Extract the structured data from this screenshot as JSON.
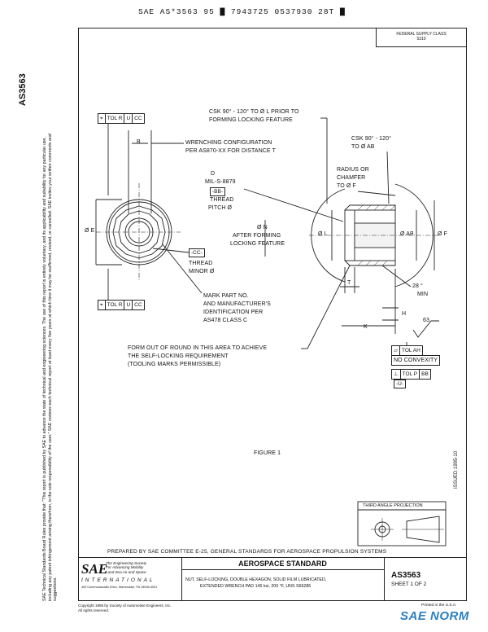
{
  "header": {
    "code": "SAE AS*3563 95 ▇ 7943725 0537930 28T ▇"
  },
  "side": {
    "spec_number": "AS3563",
    "disclaimer": "SAE Technical Standards Board Rules provide that: \"This report is published by SAE to advance the state of technical and engineering sciences. The use of this report is entirely voluntary, and its applicability and suitability for any particular use, including any patent infringement arising therefrom, is the sole responsibility of the user.\" SAE reviews each technical report at least every five years at which time it may be reaffirmed, revised, or cancelled. SAE invites your written comments and suggestions.",
    "issued": "ISSUED 1995-10"
  },
  "fsc": {
    "label": "FEDERAL SUPPLY CLASS",
    "value": "5310"
  },
  "drawing": {
    "fcf_top": [
      "TOL R",
      "U",
      "CC"
    ],
    "fcf_bottom": [
      "TOL R",
      "U",
      "CC"
    ],
    "dim_b": "B",
    "wrench_config": "WRENCHING CONFIGURATION",
    "wrench_per": "PER AS870-XX FOR DISTANCE  T",
    "csk_top_1": "CSK 90° - 120° TO Ø L PRIOR TO",
    "csk_top_2": "FORMING LOCKING FEATURE",
    "csk_right_1": "CSK 90° - 120°",
    "csk_right_2": "TO Ø AB",
    "radius_1": "RADIUS OR",
    "radius_2": "CHAMFER",
    "radius_3": "TO Ø F",
    "thread_d": "D",
    "thread_mil": "MIL-S-8879",
    "thread_bb": "-BB-",
    "thread_lbl": "THREAD",
    "thread_pitch": "PITCH Ø",
    "dim_e": "Ø E",
    "dim_n_1": "Ø N",
    "dim_n_2": "AFTER FORMING",
    "dim_n_3": "LOCKING FEATURE",
    "dim_l": "Ø L",
    "dim_ab": "Ø AB",
    "dim_f": "Ø F",
    "datum_cc": "-CC-",
    "minor_1": "THREAD",
    "minor_2": "MINOR Ø",
    "mark_1": "MARK PART NO.",
    "mark_2": "AND MANUFACTURER'S",
    "mark_3": "IDENTIFICATION PER",
    "mark_4": "AS478 CLASS C",
    "dim_t": "T",
    "angle_1": "28 °",
    "angle_2": "MIN",
    "dim_h": "H",
    "dim_k": "K",
    "surface_finish": "63",
    "form_1": "FORM OUT OF ROUND IN THIS AREA TO ACHIEVE",
    "form_2": "THE SELF-LOCKING REQUIREMENT",
    "form_3": "(TOOLING MARKS PERMISSIBLE)",
    "fcf_flat": [
      "TOL AH"
    ],
    "no_convexity": "NO CONVEXITY",
    "fcf_perp": [
      "⊥",
      "TOL P",
      "BB"
    ],
    "datum_u": "-U-",
    "figure": "FIGURE 1",
    "third_angle": "THIRD ANGLE PROJECTION"
  },
  "footer": {
    "prepared": "PREPARED BY SAE COMMITTEE E-25, GENERAL STANDARDS FOR AEROSPACE PROPULSION SYSTEMS",
    "logo_sae": "SAE",
    "logo_tag_1": "The Engineering Society",
    "logo_tag_2": "For Advancing Mobility",
    "logo_tag_3": "Land Sea Air and Space",
    "logo_intl": "INTERNATIONAL",
    "logo_addr": "400 Commonwealth Drive, Warrendale, PA 15096-0001",
    "standard": "AEROSPACE STANDARD",
    "title_1": "NUT, SELF-LOCKING, DOUBLE HEXAGON, SOLID FILM LUBRICATED,",
    "title_2": "EXTENDED WRENCH PAD 145 ksi, 200 °F, UNS S66286",
    "number": "AS3563",
    "sheet": "SHEET 1 OF 2",
    "copyright_1": "Copyright 1995 by Society of Automotive Engineers, Inc.",
    "copyright_2": "All rights reserved.",
    "printed": "Printed in the U.S.A."
  },
  "watermark": {
    "text": "SAE NORM"
  }
}
